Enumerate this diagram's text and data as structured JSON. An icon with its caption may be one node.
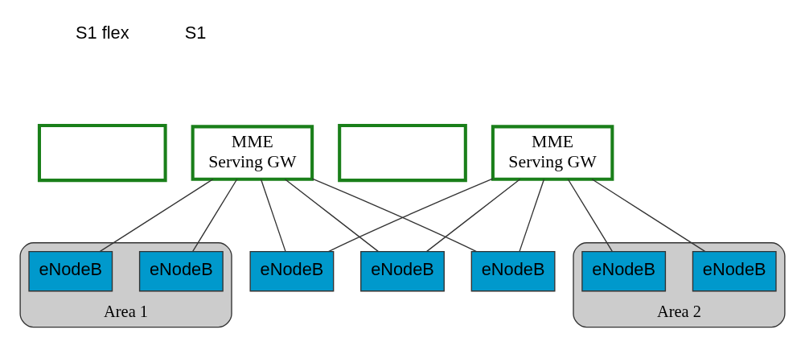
{
  "diagram": {
    "nodes": [
      {
        "text": [],
        "shape": "box"
      },
      {
        "text": [
          "MME",
          "Serving GW"
        ]
      },
      {
        "text": [],
        "shape": "box"
      },
      {
        "text": [
          "MME",
          "Serving GW"
        ]
      },
      {
        "text": [
          "Area 1"
        ]
      },
      {
        "text": [
          "Area 2"
        ]
      },
      {
        "text": [
          "eNodeB"
        ],
        "in": 4
      },
      {
        "text": [
          "eNodeB"
        ],
        "in": 4
      },
      {
        "text": [
          "eNodeB"
        ]
      },
      {
        "text": [
          "eNodeB"
        ]
      },
      {
        "text": [
          "eNodeB"
        ]
      },
      {
        "text": [
          "eNodeB"
        ],
        "in": 5
      },
      {
        "text": [
          "eNodeB"
        ],
        "in": 5
      }
    ],
    "edges": [
      {
        "from": 1,
        "to": 6,
        "arrow": "none"
      },
      {
        "from": 1,
        "to": 7,
        "arrow": "none"
      },
      {
        "from": 1,
        "to": 8,
        "arrow": "none"
      },
      {
        "from": 1,
        "to": 9,
        "arrow": "none"
      },
      {
        "from": 1,
        "to": 10,
        "arrow": "none"
      },
      {
        "from": 3,
        "to": 8,
        "arrow": "none"
      },
      {
        "from": 3,
        "to": 9,
        "arrow": "none"
      },
      {
        "from": 3,
        "to": 10,
        "arrow": "none"
      },
      {
        "from": 3,
        "to": 11,
        "arrow": "none"
      },
      {
        "from": 3,
        "to": 12,
        "arrow": "none"
      }
    ],
    "labels": [
      "S1 flex",
      "S1"
    ]
  }
}
